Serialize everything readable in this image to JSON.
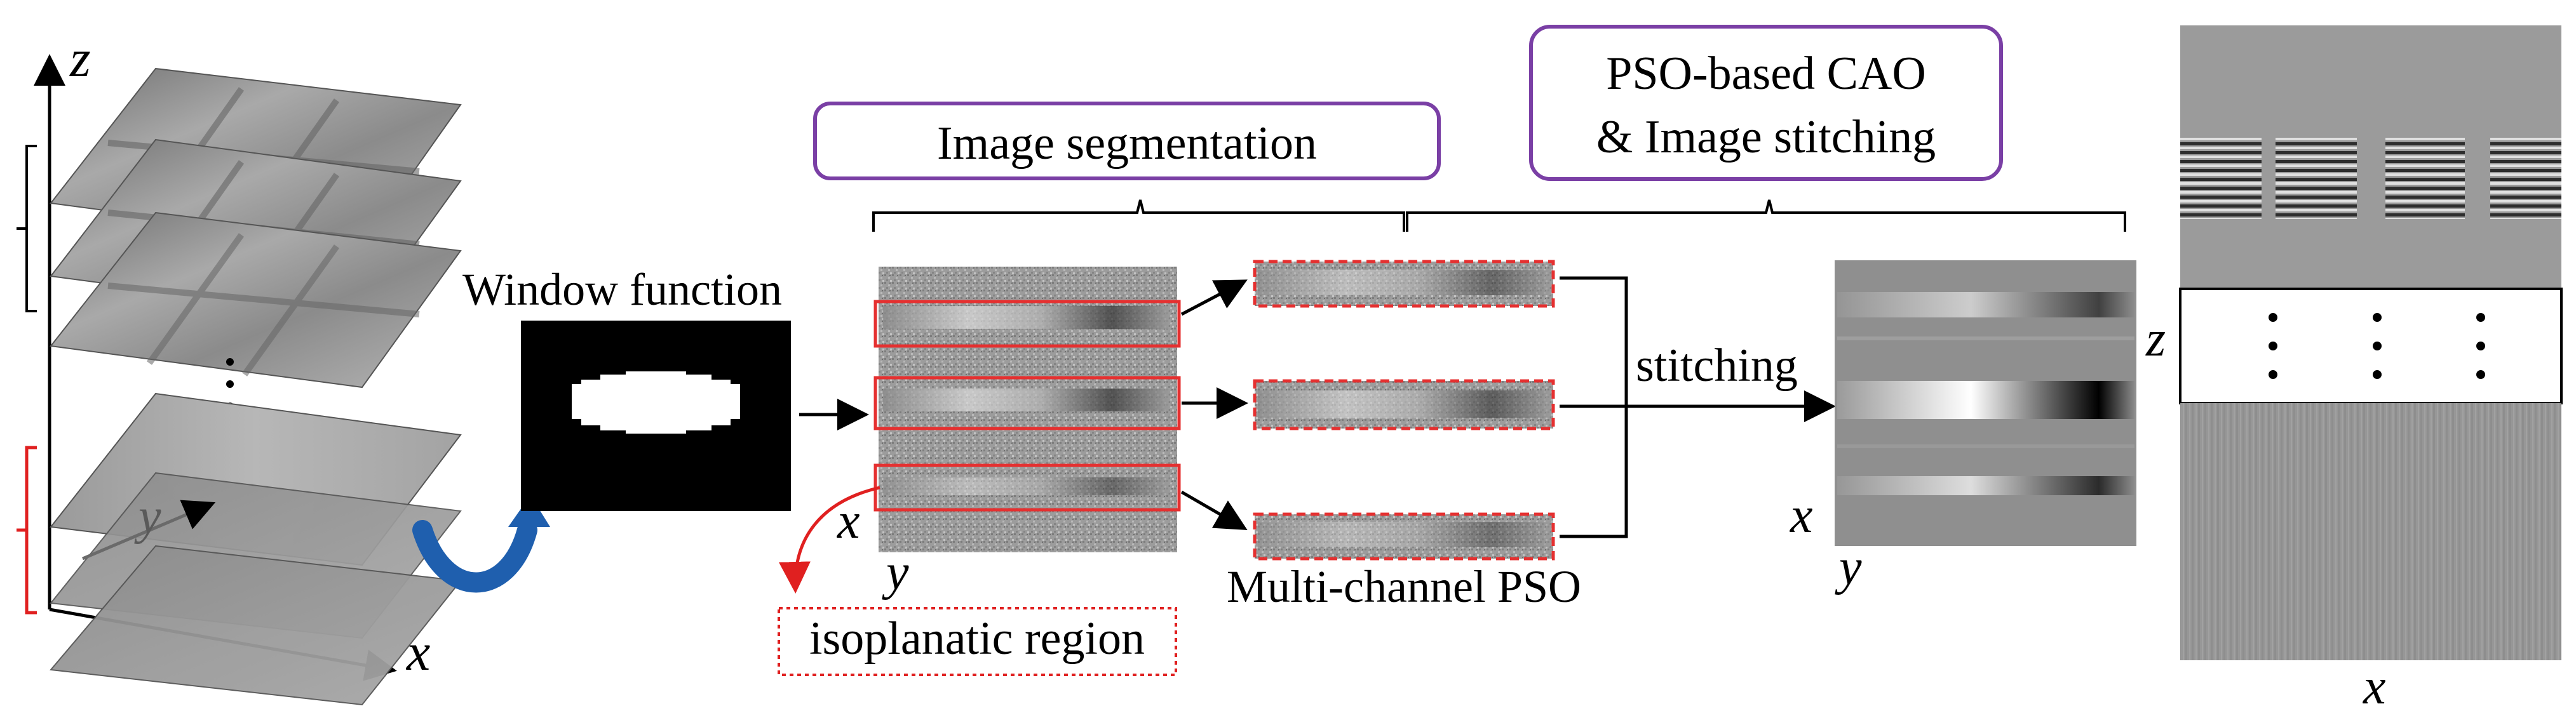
{
  "axes_left": {
    "z": "z",
    "y": "y",
    "x": "x"
  },
  "window_function": {
    "label": "Window function"
  },
  "segmentation": {
    "title": "Image segmentation",
    "x_label": "x",
    "y_label": "y",
    "region_label": "isoplanatic region"
  },
  "pso": {
    "title_line1": "PSO-based CAO",
    "title_line2": "& Image stitching",
    "multichannel_label": "Multi-channel PSO",
    "stitching_label": "stitching"
  },
  "stitched": {
    "x_label": "x",
    "y_label": "y"
  },
  "right_panel": {
    "z_label": "z",
    "x_label": "x"
  },
  "colors": {
    "accent_purple": "#7a3fa5",
    "region_red": "#e53030",
    "bracket_red": "#e02020",
    "curved_arrow_blue": "#1f5fae",
    "line_black": "#000000"
  }
}
